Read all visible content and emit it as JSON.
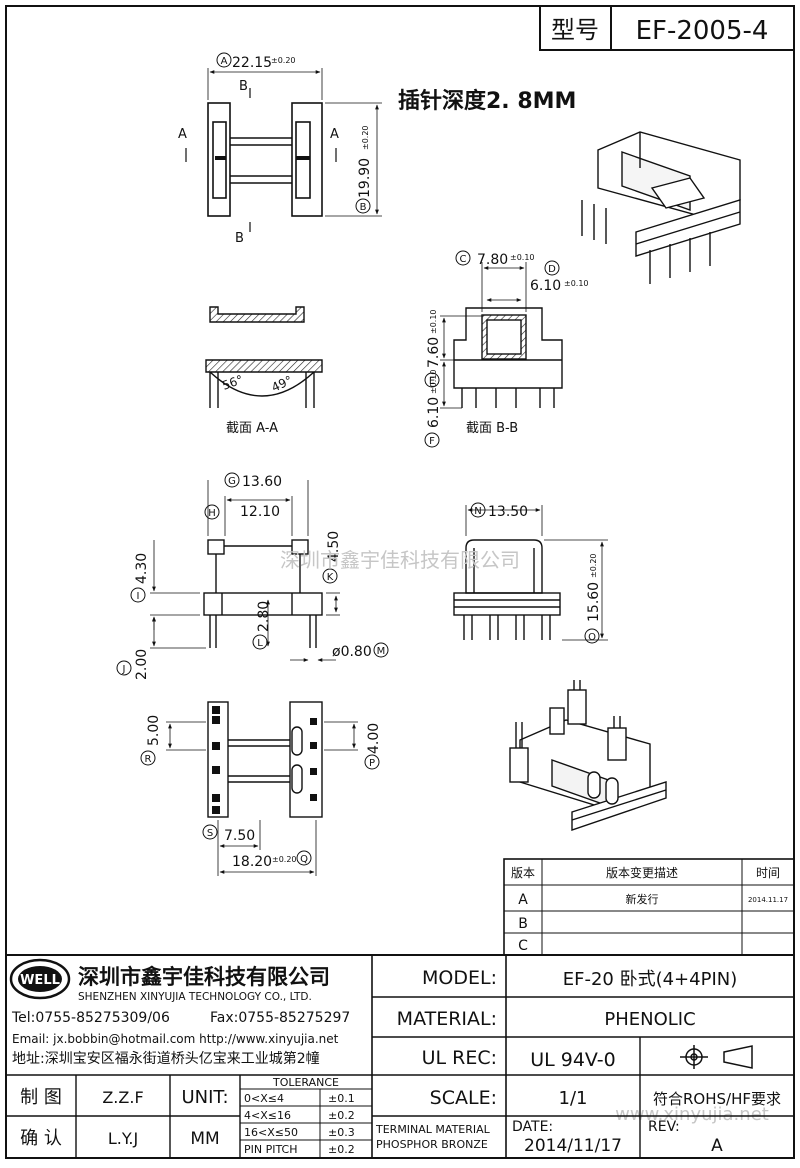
{
  "title_box": {
    "label": "型号",
    "part_no": "EF-2005-4"
  },
  "note": "插针深度2. 8MM",
  "watermark_center": "深圳市鑫宇佳科技有限公司",
  "watermark_url": "www.xinyujia.net",
  "dims": {
    "A": "22.15",
    "A_tol": "±0.20",
    "B": "19.90",
    "B_tol": "±0.20",
    "C": "7.80",
    "C_tol": "±0.10",
    "D": "6.10",
    "D_tol": "±0.10",
    "E": "7.60",
    "E_tol": "±0.10",
    "F": "6.10",
    "F_tol": "±0.10",
    "G": "13.60",
    "H": "12.10",
    "I": "4.30",
    "J": "2.00",
    "K": "4.50",
    "L": "2.80",
    "M": "ø0.80",
    "N": "13.50",
    "O": "15.60",
    "O_tol": "±0.20",
    "P": "4.00",
    "R": "5.00",
    "S": "7.50",
    "Q": "18.20",
    "Q_tol": "±0.20"
  },
  "markers": {
    "A": "A",
    "B": "B",
    "C": "C",
    "D": "D",
    "E": "E",
    "F": "F",
    "G": "G",
    "H": "H",
    "I": "I",
    "J": "J",
    "K": "K",
    "L": "L",
    "M": "M",
    "N": "N",
    "O": "O",
    "P": "P",
    "Q": "Q",
    "R": "R",
    "S": "S"
  },
  "views": {
    "section_a": "截面 A-A",
    "section_b": "截面 B-B",
    "angle1": "56°",
    "angle2": "49°",
    "cut_a": "A",
    "cut_b": "B"
  },
  "revision": {
    "headers": [
      "版本",
      "版本变更描述",
      "时间"
    ],
    "rows": [
      {
        "ver": "A",
        "desc": "新发行",
        "date": "2014.11.17"
      },
      {
        "ver": "B",
        "desc": "",
        "date": ""
      },
      {
        "ver": "C",
        "desc": "",
        "date": ""
      }
    ]
  },
  "company": {
    "logo": "WELL",
    "name_cn": "深圳市鑫宇佳科技有限公司",
    "name_en": "SHENZHEN XINYUJIA TECHNOLOGY CO., LTD.",
    "tel": "Tel:0755-85275309/06",
    "fax": "Fax:0755-85275297",
    "email": "Email: jx.bobbin@hotmail.com http://www.xinyujia.net",
    "address": "地址:深圳宝安区福永街道桥头亿宝来工业城第2幢"
  },
  "info": {
    "model_label": "MODEL:",
    "model": "EF-20 卧式(4+4PIN)",
    "material_label": "MATERIAL:",
    "material": "PHENOLIC",
    "ul_label": "UL REC:",
    "ul": "UL 94V-0",
    "scale_label": "SCALE:",
    "scale": "1/1",
    "rohs": "符合ROHS/HF要求",
    "date_label": "DATE:",
    "date": "2014/11/17",
    "rev_label": "REV:",
    "rev": "A",
    "terminal_line1": "TERMINAL MATERIAL",
    "terminal_line2": "PHOSPHOR  BRONZE"
  },
  "signoff": {
    "draw_label": "制 图",
    "draw_by": "Z.Z.F",
    "check_label": "确 认",
    "check_by": "L.Y.J",
    "unit_label": "UNIT:",
    "unit": "MM"
  },
  "tolerance": {
    "title": "TOLERANCE",
    "rows": [
      {
        "range": "0<X≤4",
        "tol": "±0.1"
      },
      {
        "range": "4<X≤16",
        "tol": "±0.2"
      },
      {
        "range": "16<X≤50",
        "tol": "±0.3"
      },
      {
        "range": "PIN PITCH",
        "tol": "±0.2"
      }
    ]
  }
}
